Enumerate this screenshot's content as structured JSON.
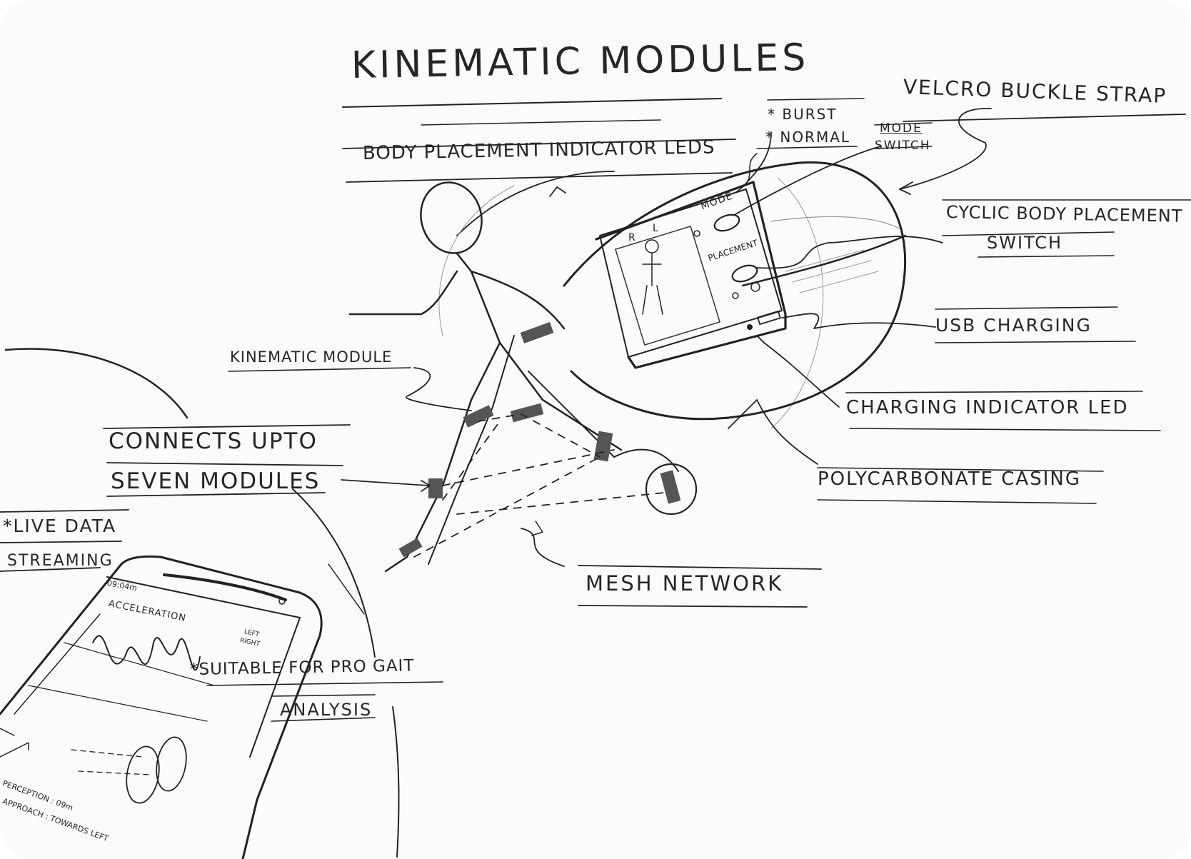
{
  "title": "KINEMATIC MODULES",
  "callouts": {
    "velcro_strap": "VELCRO BUCKLE STRAP",
    "burst": "* BURST",
    "normal": "* NORMAL",
    "mode_switch_line1": "MODE",
    "mode_switch_line2": "SWITCH",
    "body_placement_leds": "BODY PLACEMENT INDICATOR LEDS",
    "cyclic_switch_line1": "CYCLIC BODY PLACEMENT",
    "cyclic_switch_line2": "SWITCH",
    "usb_charging": "USB CHARGING",
    "kinematic_module": "KINEMATIC MODULE",
    "charging_led": "CHARGING INDICATOR LED",
    "connects_line1": "CONNECTS UPTO",
    "connects_line2": "SEVEN MODULES",
    "polycarbonate": "POLYCARBONATE CASING",
    "live_data_line1": "*LIVE DATA",
    "live_data_line2": "STREAMING",
    "mesh_network": "MESH NETWORK",
    "gait_line1": "*SUITABLE FOR PRO GAIT",
    "gait_line2": "ANALYSIS"
  },
  "device": {
    "mode_label": "MODE",
    "placement_label": "PLACEMENT",
    "right_letter": "R",
    "left_letter": "L"
  },
  "phone": {
    "time": "09:04m",
    "chart_title": "ACCELERATION",
    "legend_left": "LEFT",
    "legend_right": "RIGHT",
    "stat_line1": "PERCEPTION : 09m",
    "stat_line2": "APPROACH : TOWARDS LEFT"
  }
}
